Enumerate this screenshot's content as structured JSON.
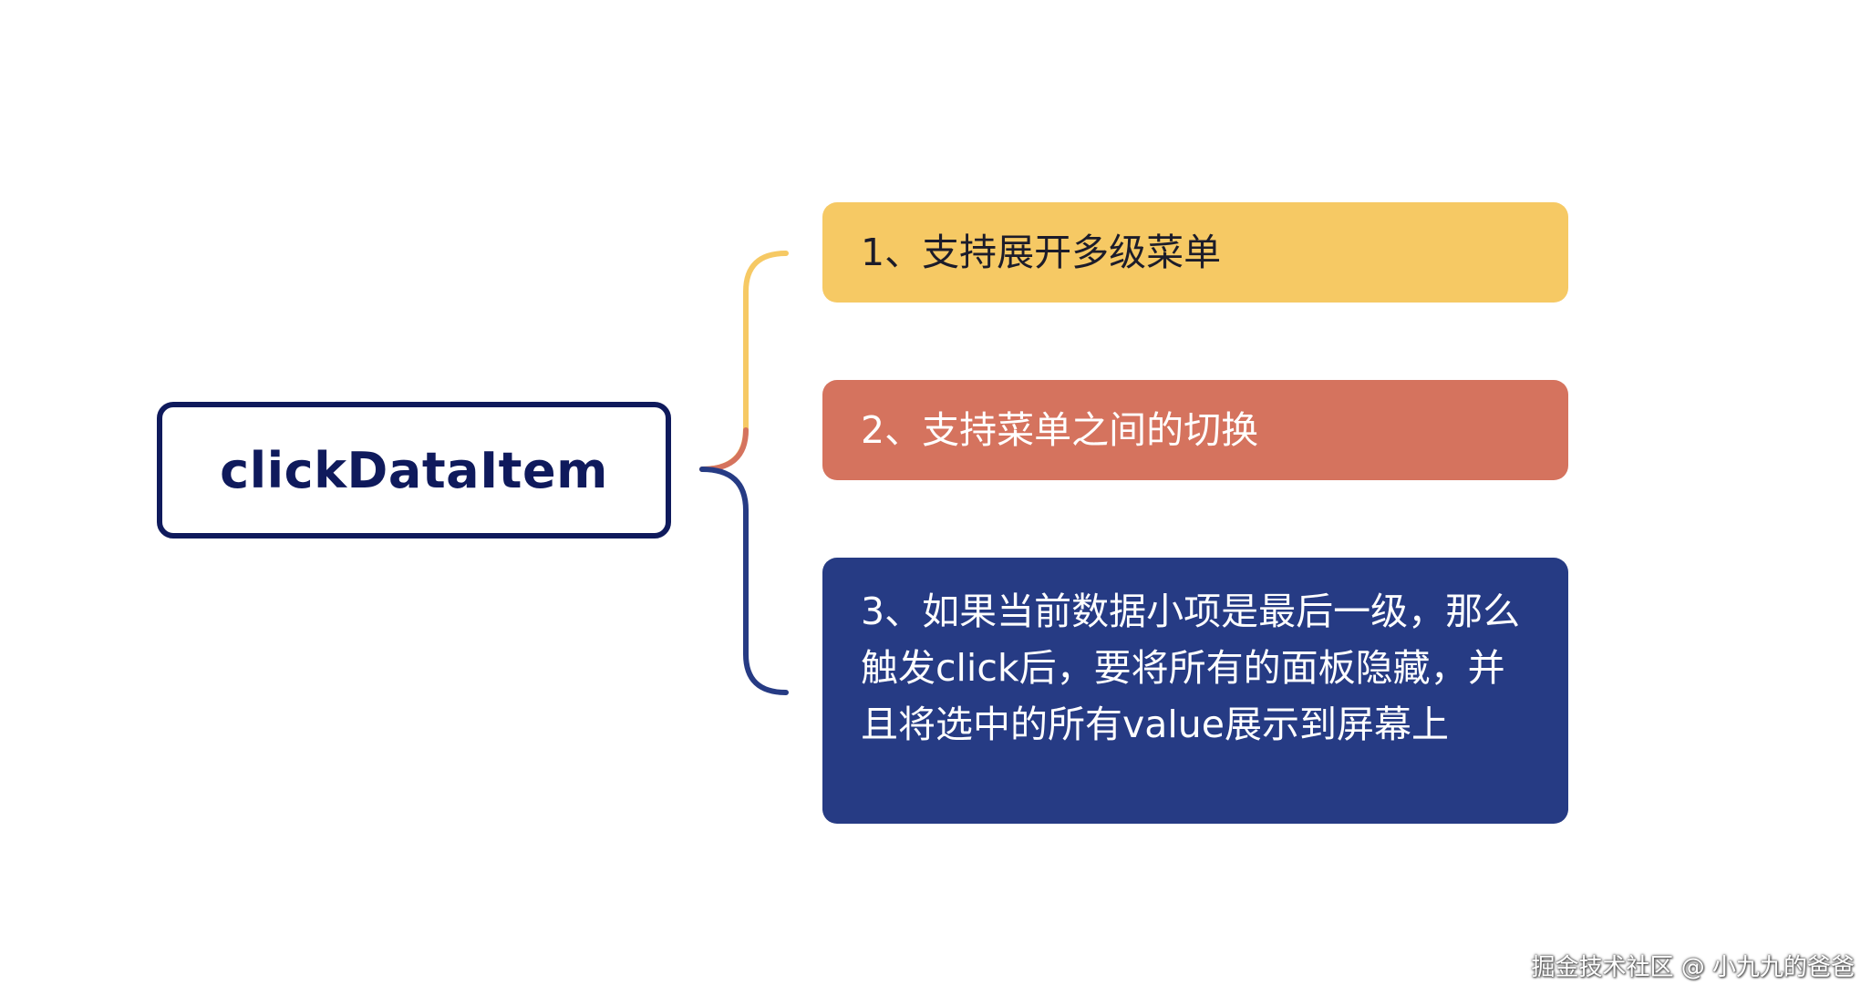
{
  "mindmap": {
    "root": {
      "label": "clickDataItem"
    },
    "branches": [
      {
        "text": "1、支持展开多级菜单",
        "color": "#f6c964"
      },
      {
        "text": "2、支持菜单之间的切换",
        "color": "#d5735e"
      },
      {
        "text": "3、如果当前数据小项是最后一级，那么触发click后，要将所有的面板隐藏，并且将选中的所有value展示到屏幕上",
        "color": "#263b84"
      }
    ]
  },
  "watermark": {
    "text": "掘金技术社区 @ 小九九的爸爸"
  }
}
